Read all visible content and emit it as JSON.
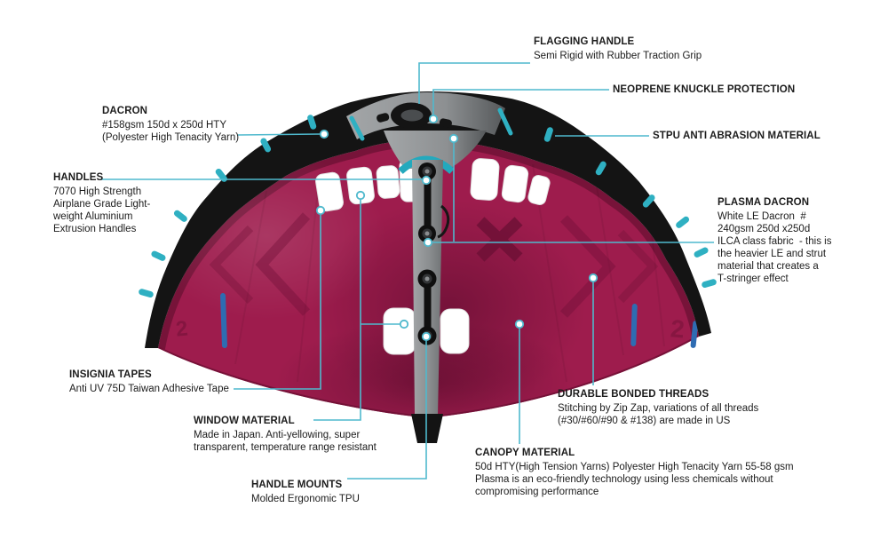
{
  "diagram": {
    "subject": "wing-foil wing product feature diagram",
    "background": "#ffffff"
  },
  "illustration": {
    "watermark_text": "2",
    "colors": {
      "canopy": "#9e1c4d",
      "canopy_shadow": "#6f1036",
      "leading_edge": "#141414",
      "strut_gray": "#8e9193",
      "teal_accent": "#2fb0c2",
      "batten_blue": "#2e6cb2",
      "leader_line": "#4fb9cd",
      "window_white": "#ffffff",
      "text": "#1c1c1c"
    },
    "markers": {
      "leader_endpoint": "ring-dot"
    }
  },
  "callouts": {
    "flagging_handle": {
      "title": "FLAGGING HANDLE",
      "body": "Semi Rigid with Rubber Traction Grip"
    },
    "neoprene": {
      "title": "NEOPRENE KNUCKLE PROTECTION",
      "body": ""
    },
    "dacron": {
      "title": "DACRON",
      "body": "#158gsm 150d x 250d HTY\n(Polyester High Tenacity Yarn)"
    },
    "stpu": {
      "title": "STPU ANTI ABRASION MATERIAL",
      "body": ""
    },
    "handles": {
      "title": "HANDLES",
      "body": "7070 High Strength\nAirplane Grade Light-\nweight Aluminium\nExtrusion Handles"
    },
    "plasma_dacron": {
      "title": "PLASMA DACRON",
      "body": "White LE Dacron  #\n240gsm 250d x250d\nILCA class fabric  - this is\nthe heavier LE and strut\nmaterial that creates a\nT-stringer effect"
    },
    "insignia_tapes": {
      "title": "INSIGNIA TAPES",
      "body": "Anti UV 75D Taiwan Adhesive Tape"
    },
    "window_material": {
      "title": "WINDOW MATERIAL",
      "body": "Made in Japan. Anti-yellowing, super\ntransparent, temperature range resistant"
    },
    "handle_mounts": {
      "title": "HANDLE MOUNTS",
      "body": "Molded Ergonomic TPU"
    },
    "durable_threads": {
      "title": "DURABLE BONDED THREADS",
      "body": "Stitching by Zip Zap, variations of all threads\n(#30/#60/#90 & #138) are made in US"
    },
    "canopy_material": {
      "title": "CANOPY MATERIAL",
      "body": "50d HTY(High Tension Yarns) Polyester High Tenacity Yarn 55-58 gsm\nPlasma is an eco-friendly technology using less chemicals without\ncompromising performance"
    }
  }
}
